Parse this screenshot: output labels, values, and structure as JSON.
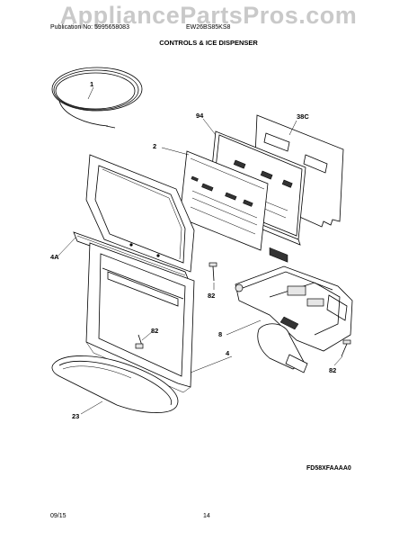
{
  "watermark": "AppliancePartsPros.com",
  "header": {
    "publication": "Publication No: 5995658083",
    "model": "EW26BS85KS8",
    "title": "CONTROLS & ICE DISPENSER"
  },
  "callouts": {
    "c1": "1",
    "c94": "94",
    "c38c": "38C",
    "c2": "2",
    "c4a": "4A",
    "c82a": "82",
    "c82b": "82",
    "c82c": "82",
    "c8": "8",
    "c4": "4",
    "c23": "23"
  },
  "footer": {
    "code": "FD58XFAAAA0",
    "date": "09/15",
    "page": "14"
  }
}
